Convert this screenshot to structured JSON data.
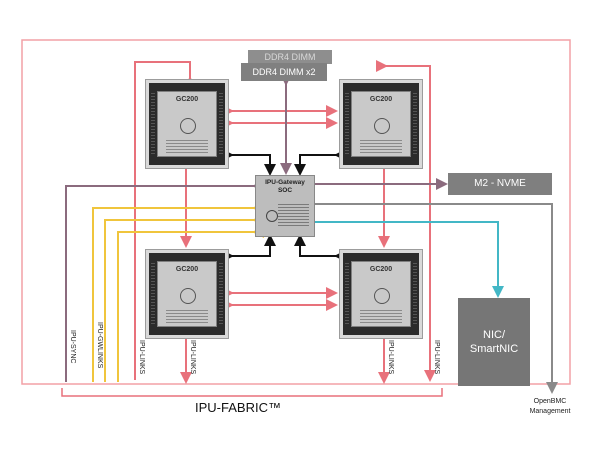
{
  "diagram": {
    "chips": [
      "GC200",
      "GC200",
      "GC200",
      "GC200"
    ],
    "soc": {
      "title_line1": "IPU-Gateway",
      "title_line2": "SOC"
    },
    "memory": {
      "back_label": "DDR4 DIMM",
      "front_label": "DDR4 DIMM x2"
    },
    "storage": {
      "label": "M2 - NVME"
    },
    "nic": {
      "line1": "NIC/",
      "line2": "SmartNIC"
    },
    "link_labels": {
      "sync": "IPU-SYNC",
      "gwlinks": "IPU-GWLINKS",
      "links_1": "IPU-LINKS",
      "links_2": "IPU-LINKS",
      "links_3": "IPU-LINKS",
      "links_4": "IPU-LINKS"
    },
    "fabric_label": "IPU-FABRIC™",
    "bmc": {
      "line1": "OpenBMC",
      "line2": "Management"
    },
    "colors": {
      "ipu_link": "#e8717b",
      "gateway_link": "#f0c53c",
      "sync": "#8b6b7e",
      "nic_link": "#43b7c6",
      "control": "#111111",
      "mgmt": "#8a8a8a",
      "border": "#f2a0a6"
    }
  }
}
